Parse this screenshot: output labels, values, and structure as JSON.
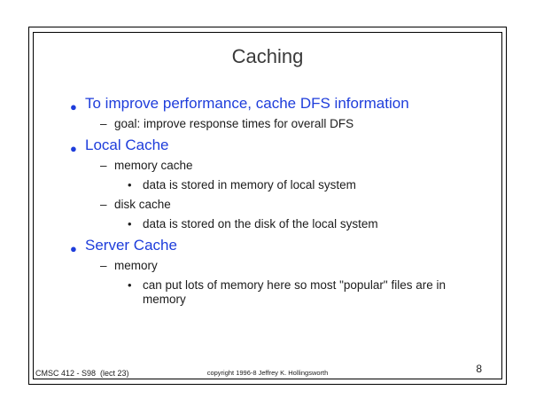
{
  "slide": {
    "title": "Caching",
    "markers": {
      "level1": "●",
      "level2": "–",
      "level3": "•"
    },
    "bullets": [
      {
        "level": 1,
        "text": "To improve performance, cache DFS information"
      },
      {
        "level": 2,
        "text": "goal: improve response times for overall DFS"
      },
      {
        "level": 1,
        "text": "Local Cache"
      },
      {
        "level": 2,
        "text": "memory cache"
      },
      {
        "level": 3,
        "text": "data is stored in memory of local system"
      },
      {
        "level": 2,
        "text": "disk cache"
      },
      {
        "level": 3,
        "text": "data is stored on the disk of the local system"
      },
      {
        "level": 1,
        "text": "Server Cache"
      },
      {
        "level": 2,
        "text": "memory"
      },
      {
        "level": 3,
        "text": "can put lots of memory here so most \"popular\" files are in memory"
      }
    ],
    "footer": {
      "course": "CMSC 412 - S98  (lect 23)",
      "copyright": "copyright 1996-8 Jeffrey K. Hollingsworth",
      "page": "8"
    },
    "colors": {
      "accent": "#1e3ddb",
      "title": "#3a3a3a",
      "body": "#1c1c1c",
      "border": "#000000"
    }
  }
}
